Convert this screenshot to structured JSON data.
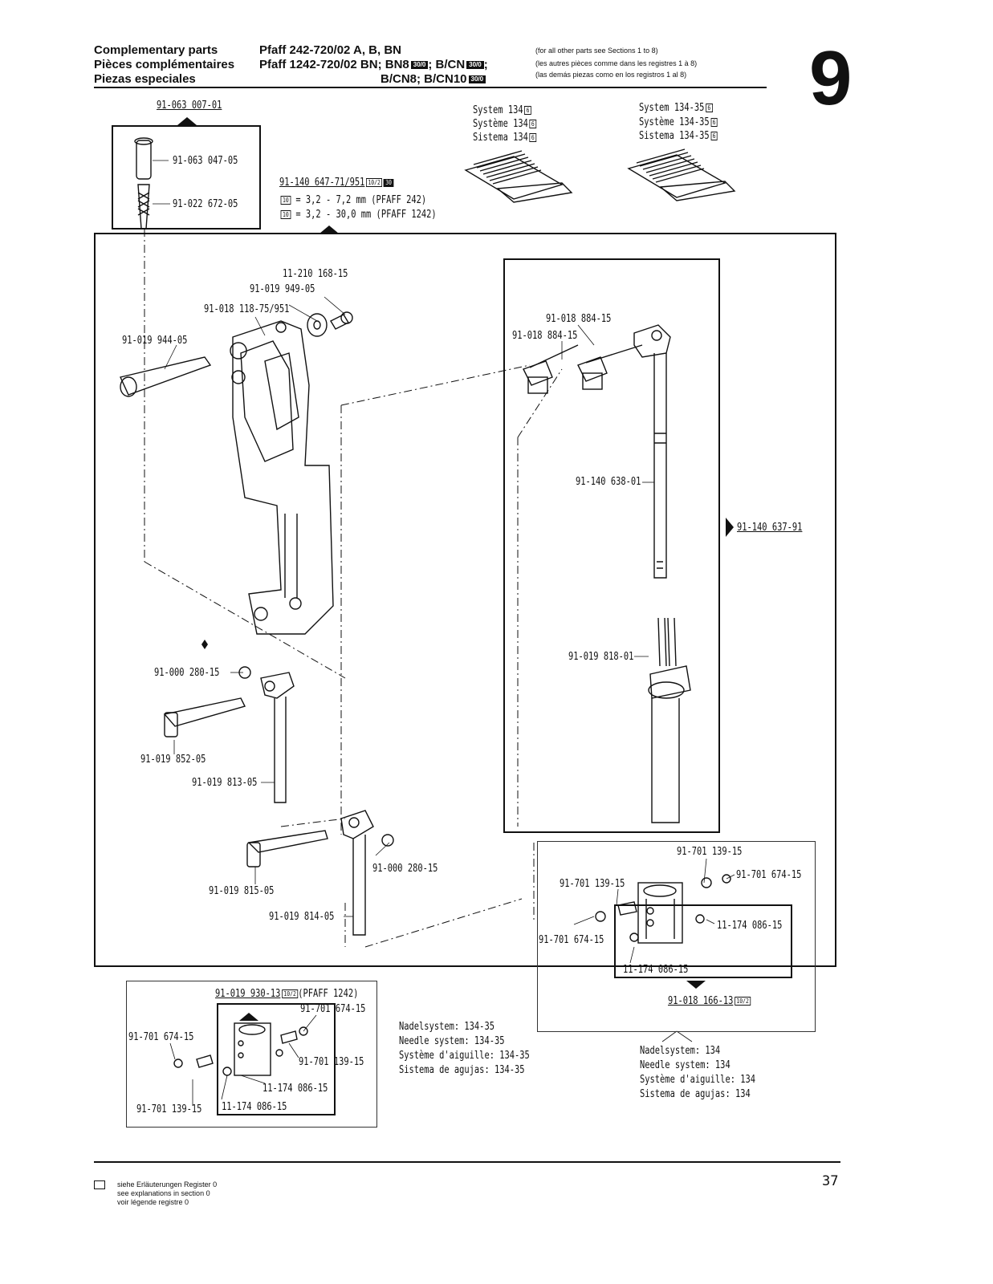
{
  "header": {
    "title_de": "Complementary parts",
    "title_fr": "Pièces complémentaires",
    "title_es": "Piezas especiales",
    "model_line1": "Pfaff 242-720/02 A, B, BN",
    "model_line2": "Pfaff 1242-720/02 BN; BN8",
    "model_line2_tail": "; B/CN",
    "model_line3": "B/CN8; B/CN10",
    "badge_30": "30/0",
    "note_en": "(for all other parts see Sections 1 to 8)",
    "note_fr": "(les autres pièces comme dans les registres 1 à 8)",
    "note_es": "(las demás piezas como en los registros 1 al 8)",
    "section_number": "9"
  },
  "systems": {
    "left": [
      "System 134",
      "Système 134",
      "Sistema 134"
    ],
    "right": [
      "System 134-35",
      "Système 134-35",
      "Sistema 134-35"
    ],
    "badge": "6"
  },
  "top_box": {
    "ref": "91-063 007-01",
    "part1": "91-063 047-05",
    "part2": "91-022 672-05"
  },
  "main_ref": {
    "number": "91-140 647-71/951",
    "badge1": "10/2",
    "badge2": "30",
    "line1_badge": "10",
    "line1": "= 3,2 - 7,2 mm (PFAFF  242)",
    "line2_badge": "10",
    "line2": "= 3,2 - 30,0 mm (PFAFF 1242)"
  },
  "main_parts": {
    "p1": "11-210 168-15",
    "p2": "91-019 949-05",
    "p3": "91-018 118-75/951",
    "p4": "91-019 944-05",
    "p5": "91-000 280-15",
    "p6": "91-019 852-05",
    "p7": "91-019 813-05",
    "p8": "91-019 815-05",
    "p9": "91-000 280-15",
    "p10": "91-019 814-05"
  },
  "right_box": {
    "p1": "91-018 884-15",
    "p2": "91-018 884-15",
    "p3": "91-140 638-01",
    "p4": "91-019 818-01",
    "ref": "91-140 637-91"
  },
  "lower_right": {
    "p1": "91-701 139-15",
    "p2": "91-701 139-15",
    "p3": "91-701 674-15",
    "p4": "91-701 674-15",
    "p5": "11-174 086-15",
    "p6": "11-174 086-15",
    "ref": "91-018 166-13",
    "ref_badge": "10/2",
    "needle": [
      "Nadelsystem: 134",
      "Needle system: 134",
      "Système d'aiguille: 134",
      "Sistema de agujas: 134"
    ]
  },
  "lower_left": {
    "ref": "91-019 930-13",
    "ref_badge": "10/2",
    "ref_note": "(PFAFF 1242)",
    "p1": "91-701 674-15",
    "p2": "91-701 674-15",
    "p3": "91-701 139-15",
    "p4": "91-701 139-15",
    "p5": "11-174 086-15",
    "p6": "11-174 086-15",
    "needle": [
      "Nadelsystem: 134-35",
      "Needle system: 134-35",
      "Système d'aiguille: 134-35",
      "Sistema de agujas: 134-35"
    ]
  },
  "footer": {
    "legend": [
      "siehe Erläuterungen Register 0",
      "see explanations in section 0",
      "voir légende registre 0"
    ],
    "page": "37"
  }
}
